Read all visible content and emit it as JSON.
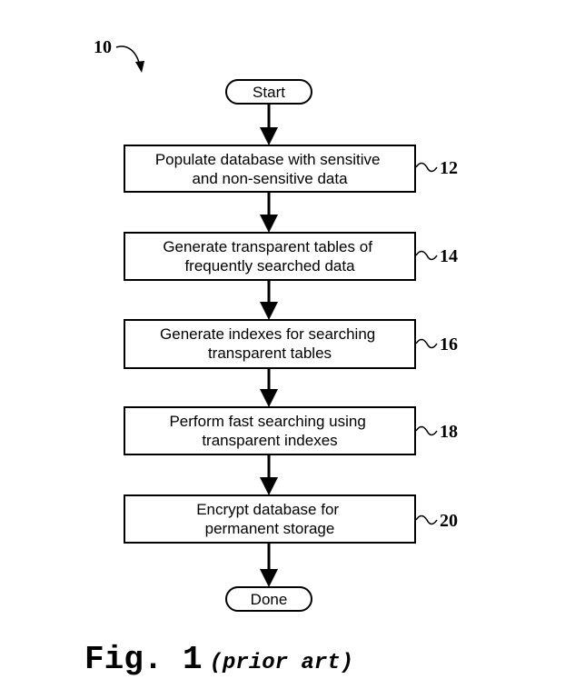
{
  "figure_ref": "10",
  "start_label": "Start",
  "done_label": "Done",
  "steps": [
    {
      "lines": [
        "Populate database with sensitive",
        "and non-sensitive data"
      ],
      "ref": "12"
    },
    {
      "lines": [
        "Generate transparent tables of",
        "frequently searched data"
      ],
      "ref": "14"
    },
    {
      "lines": [
        "Generate indexes for searching",
        "transparent tables"
      ],
      "ref": "16"
    },
    {
      "lines": [
        "Perform fast searching using",
        "transparent indexes"
      ],
      "ref": "18"
    },
    {
      "lines": [
        "Encrypt database for",
        "permanent storage"
      ],
      "ref": "20"
    }
  ],
  "caption": {
    "fig": "Fig. 1",
    "qualifier": "(prior art)"
  }
}
